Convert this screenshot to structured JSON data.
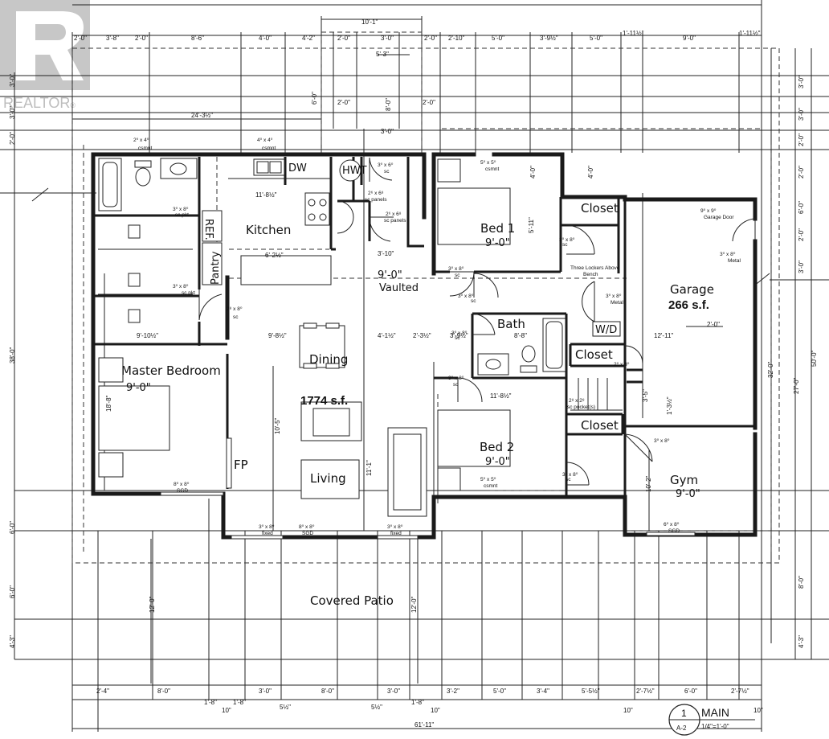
{
  "watermark": {
    "text": "REALTOR",
    "registered": "®"
  },
  "rooms": {
    "master": {
      "label": "Master Bedroom",
      "size": "9'-0\""
    },
    "kitchen": {
      "label": "Kitchen"
    },
    "pantry": {
      "label": "Pantry"
    },
    "ref": {
      "label": "REF."
    },
    "dw": {
      "label": "DW"
    },
    "hwt": {
      "label": "HWT"
    },
    "dining": {
      "label": "Dining"
    },
    "living": {
      "label": "Living"
    },
    "fp": {
      "label": "FP"
    },
    "area": {
      "label": "1774 s.f."
    },
    "vaulted": {
      "size": "9'-0\"",
      "label": "Vaulted"
    },
    "bed1": {
      "label": "Bed 1",
      "size": "9'-0\""
    },
    "bed2": {
      "label": "Bed 2",
      "size": "9'-0\""
    },
    "bath": {
      "label": "Bath"
    },
    "wd": {
      "label": "W/D"
    },
    "closet1": {
      "label": "Closet"
    },
    "closet2": {
      "label": "Closet"
    },
    "closet3": {
      "label": "Closet"
    },
    "garage": {
      "label": "Garage",
      "area": "266 s.f."
    },
    "gym": {
      "label": "Gym",
      "size": "9'-0\""
    },
    "patio": {
      "label": "Covered Patio"
    }
  },
  "notes": {
    "lockers": "Three Lockers Above",
    "bench": "Bench",
    "garage_door": "Garage Door",
    "metal": "Metal",
    "sc_panels": "sc panels",
    "sc_pocket": "sc pocket(s)",
    "csmnt": "csmnt",
    "sgd": "SGD",
    "fixed": "fixed",
    "sc": "sc",
    "sc_pkt": "sc pkt"
  },
  "openings": {
    "w_top1": "2⁰ x 4⁰",
    "w_top2": "4⁰ x 4⁰",
    "d_hwt": "3⁰ x 6⁰",
    "d_kitchen": "2⁶ x 6⁸",
    "d_bed1_w": "5⁰ x 5⁰",
    "d_master1": "3⁰ x 8⁰",
    "d_master2": "3⁰ x 8⁰",
    "d_master3": "2⁸ x 8⁰",
    "sgd_master": "8⁰ x 8⁰",
    "sgd_living": "8⁰ x 8⁰",
    "fixed1": "3⁰ x 8⁰",
    "fixed2": "3⁰ x 8⁰",
    "garage_door": "9⁰ x 9⁰",
    "metal_door": "3⁰ x 8⁰",
    "gym_sgd": "6⁰ x 8⁰",
    "bed2_w": "5⁰ x 5⁰",
    "gym_door": "3⁰ x 8⁰",
    "closet_door": "2⁰ x 8⁰",
    "bath_door": "3⁰ x 8⁰",
    "bed2_door": "3⁰ x 8⁰",
    "bed1_door": "3⁰ x 8⁰",
    "hall_door": "3⁰ x 8⁰",
    "sc_pkt_door": "2⁸ x 2⁸"
  },
  "dims_top": [
    "2'-0\"",
    "3'-8\"",
    "2'-0\"",
    "8'-6\"",
    "4'-0\"",
    "4'-2\"",
    "2'-0\"",
    "10'-1\"",
    "3'-0\"",
    "2'-0\"",
    "2'-10\"",
    "5'-0\"",
    "3'-9½\"",
    "5'-0\"",
    "1'-11½\"",
    "9'-0\"",
    "1'-11½\""
  ],
  "dims_mid": [
    "24'-3½\"",
    "5'-3\"",
    "3'-0\"",
    "2'-0\"",
    "2'-0\"",
    "6'-0\"",
    "8'-0\""
  ],
  "dims_bottom": [
    "2'-4\"",
    "8'-0\"",
    "1'-8\"",
    "1'-8\"",
    "3'-0\"",
    "8'-0\"",
    "3'-0\"",
    "1'-8\"",
    "3'-2\"",
    "5'-0\"",
    "3'-4\"",
    "5'-5½\"",
    "2'-7½\"",
    "6'-0\"",
    "2'-7½\""
  ],
  "dims_bottom_small": [
    "10\"",
    "5½\"",
    "5½\"",
    "10\"",
    "10\"",
    "10\""
  ],
  "dims_total": "61'-11\"",
  "dims_right": [
    "3'-0\"",
    "3'-0\"",
    "2'-0\"",
    "2'-0\"",
    "6'-0\"",
    "2'-0\"",
    "3'-0\"",
    "32'-0\"",
    "50'-0\"",
    "27'-0\"",
    "8'-0\"",
    "4'-3\""
  ],
  "dims_left": [
    "3'-0\"",
    "3'-0\"",
    "2'-0\"",
    "38'-0\"",
    "6'-0\"",
    "6'-0\"",
    "4'-3\""
  ],
  "dims_interior": [
    "11'-8½\"",
    "6'-2½\"",
    "3'-10\"",
    "9'-10½\"",
    "9'-8½\"",
    "4'-1½\"",
    "2'-3½\"",
    "3'-9½\"",
    "12'-11\"",
    "11'-8½\"",
    "18'-8\"",
    "10'-5\"",
    "11'-1\"",
    "12'-0\"",
    "12'-0\"",
    "10'-2\"",
    "5'-11\"",
    "8'-8\"",
    "2'-0\"",
    "1'-3½\"",
    "3'-5\"",
    "4'-0\"",
    "4'-0\""
  ],
  "title_block": {
    "number": "1",
    "sheet": "A-2",
    "title": "MAIN",
    "scale": "1/4\"=1'-0\""
  }
}
